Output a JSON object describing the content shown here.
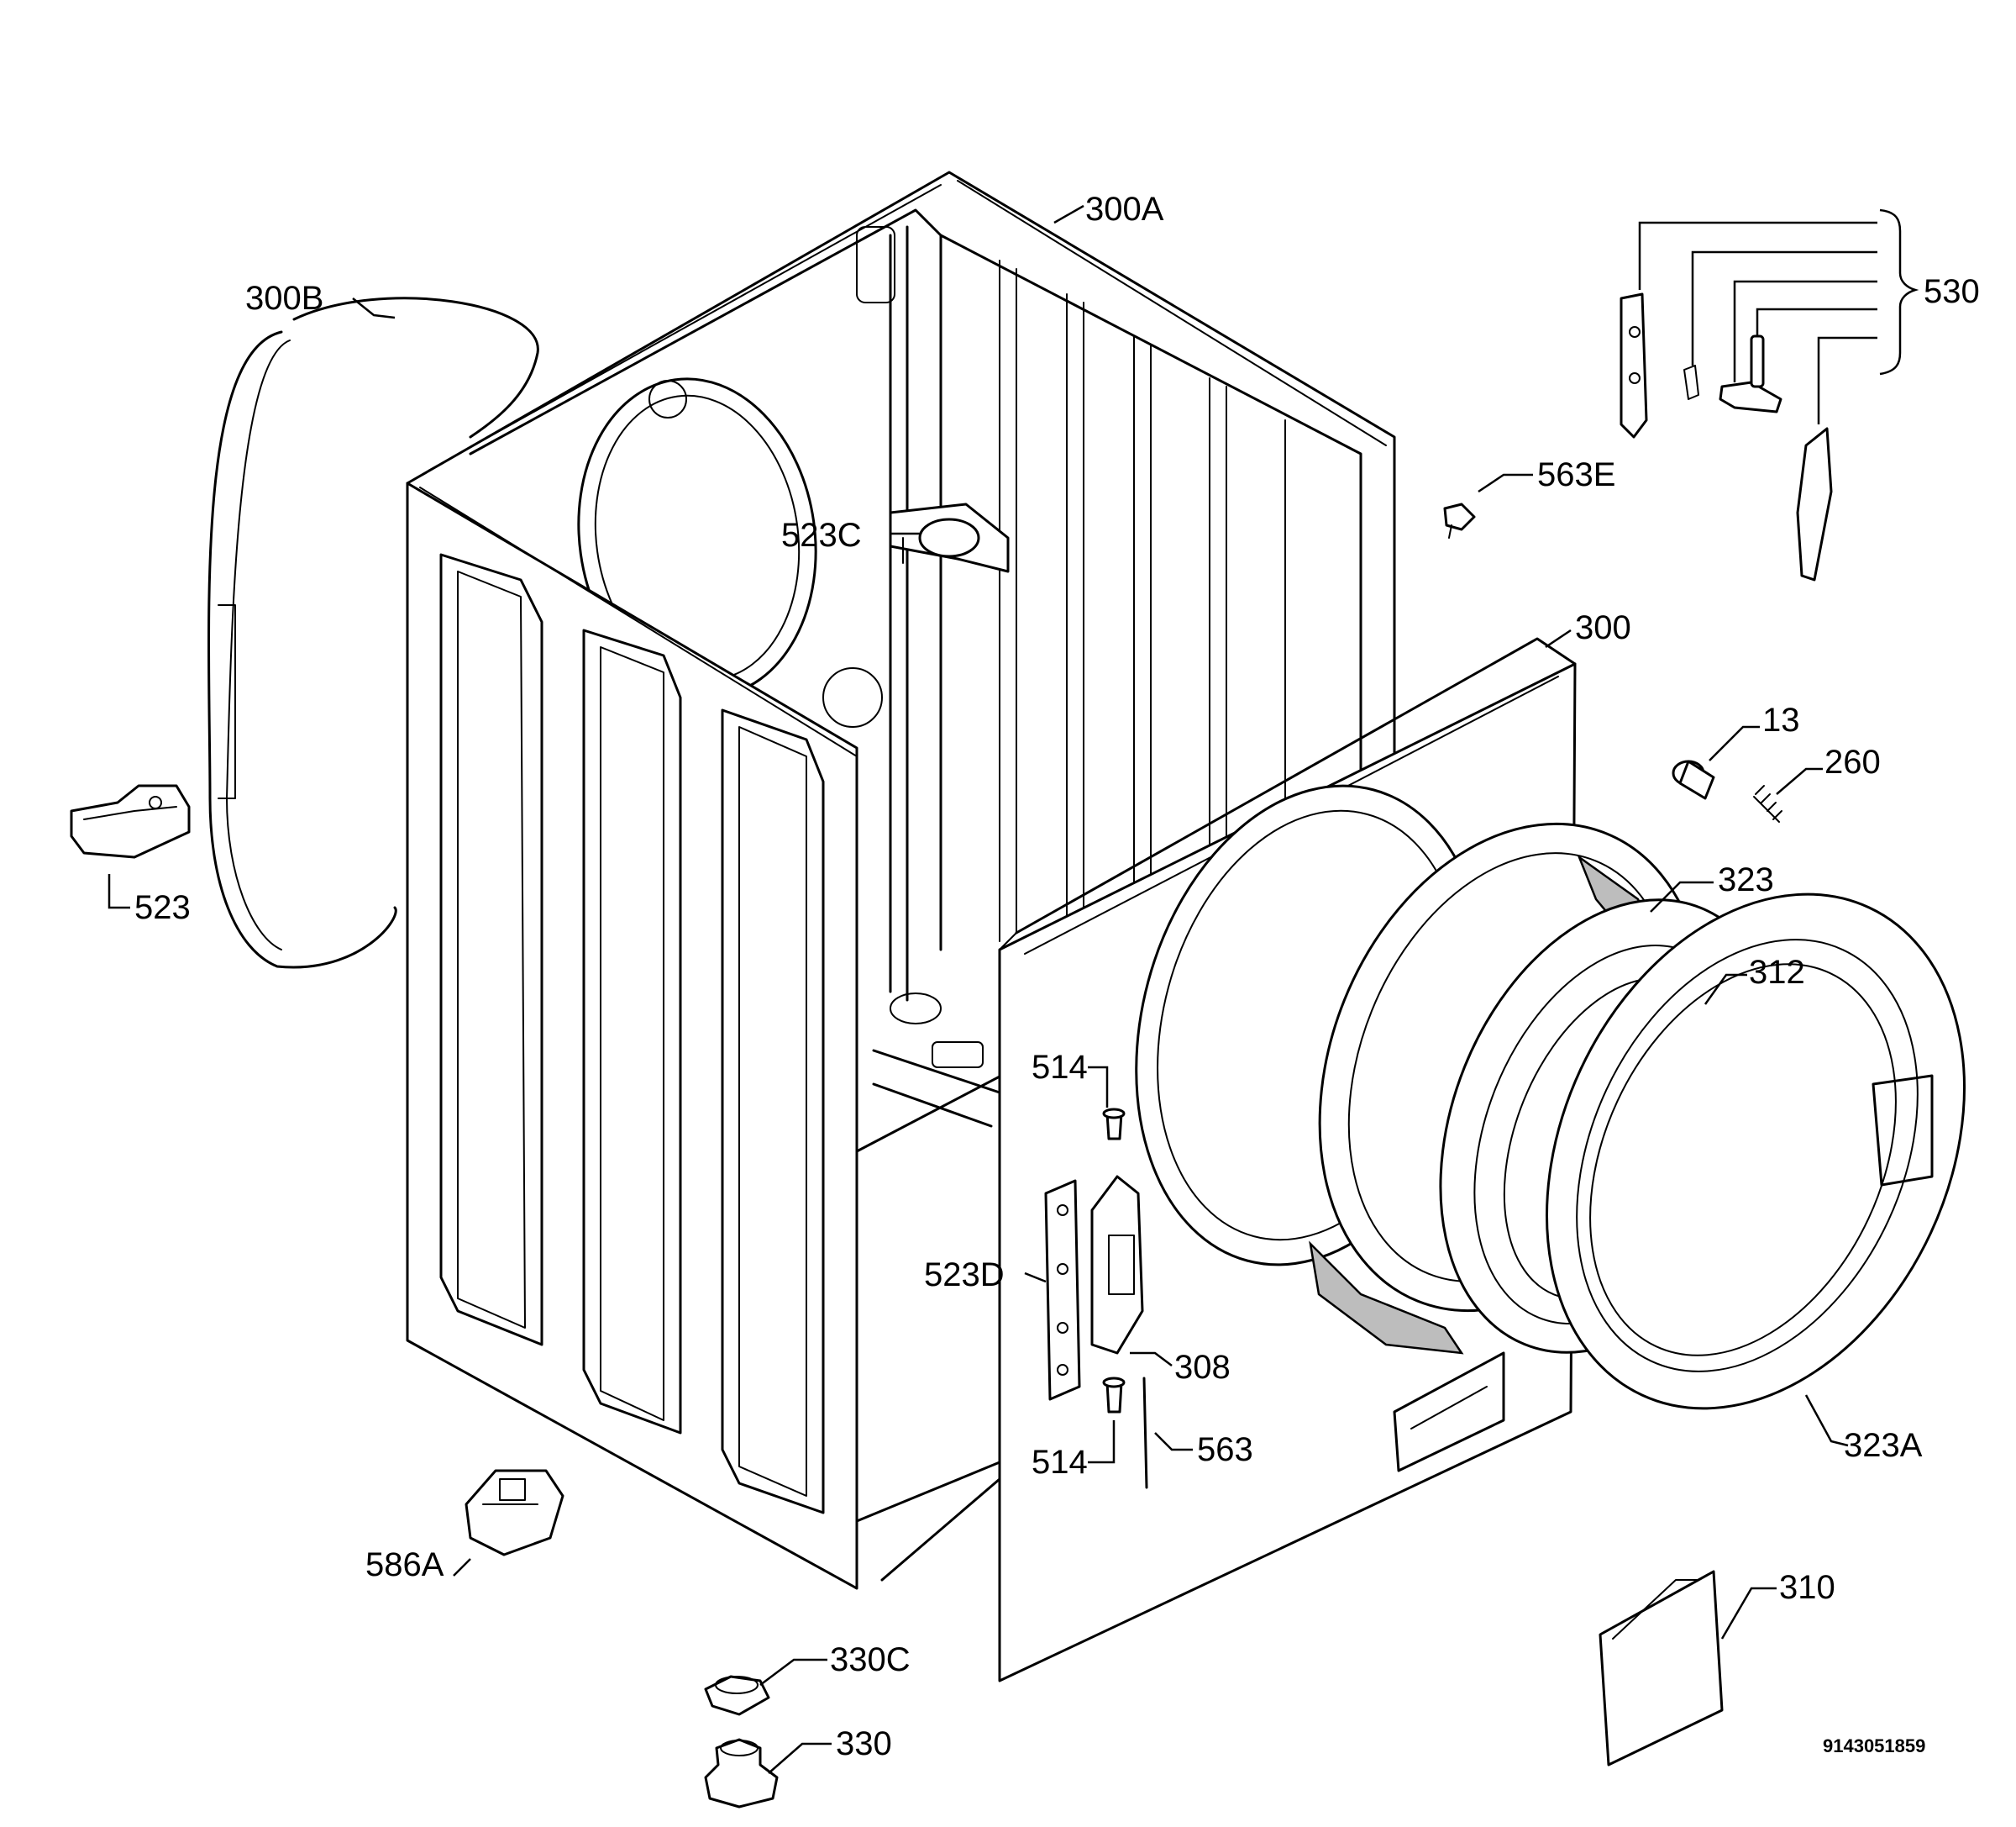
{
  "labels": {
    "l300A": "300A",
    "l300B": "300B",
    "l530": "530",
    "l563E": "563E",
    "l523C": "523C",
    "l300": "300",
    "l13": "13",
    "l260": "260",
    "l323": "323",
    "l312": "312",
    "l523": "523",
    "l514a": "514",
    "l523D": "523D",
    "l308": "308",
    "l514b": "514",
    "l563": "563",
    "l323A": "323A",
    "l586A": "586A",
    "l310": "310",
    "l330C": "330C",
    "l330": "330"
  },
  "drawing_code": "9143051859"
}
